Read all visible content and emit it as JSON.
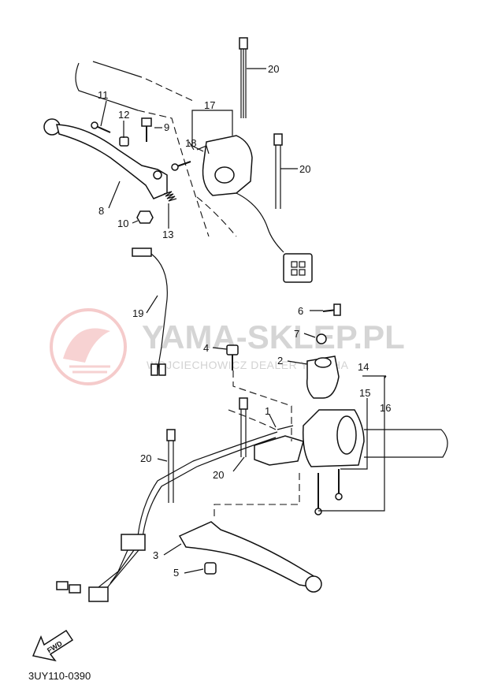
{
  "watermark": {
    "title": "YAMA-SKLEP.PL",
    "subtitle": "WOJCIECHOWICZ DEALER YAMAHA",
    "color": "#e36a6a"
  },
  "diagram_code": "3UY110-0390",
  "fwd_label": "FWD",
  "callouts": [
    "1",
    "2",
    "3",
    "4",
    "5",
    "6",
    "7",
    "8",
    "9",
    "10",
    "11",
    "12",
    "13",
    "14",
    "15",
    "16",
    "17",
    "18",
    "19",
    "20",
    "20",
    "20",
    "20"
  ]
}
